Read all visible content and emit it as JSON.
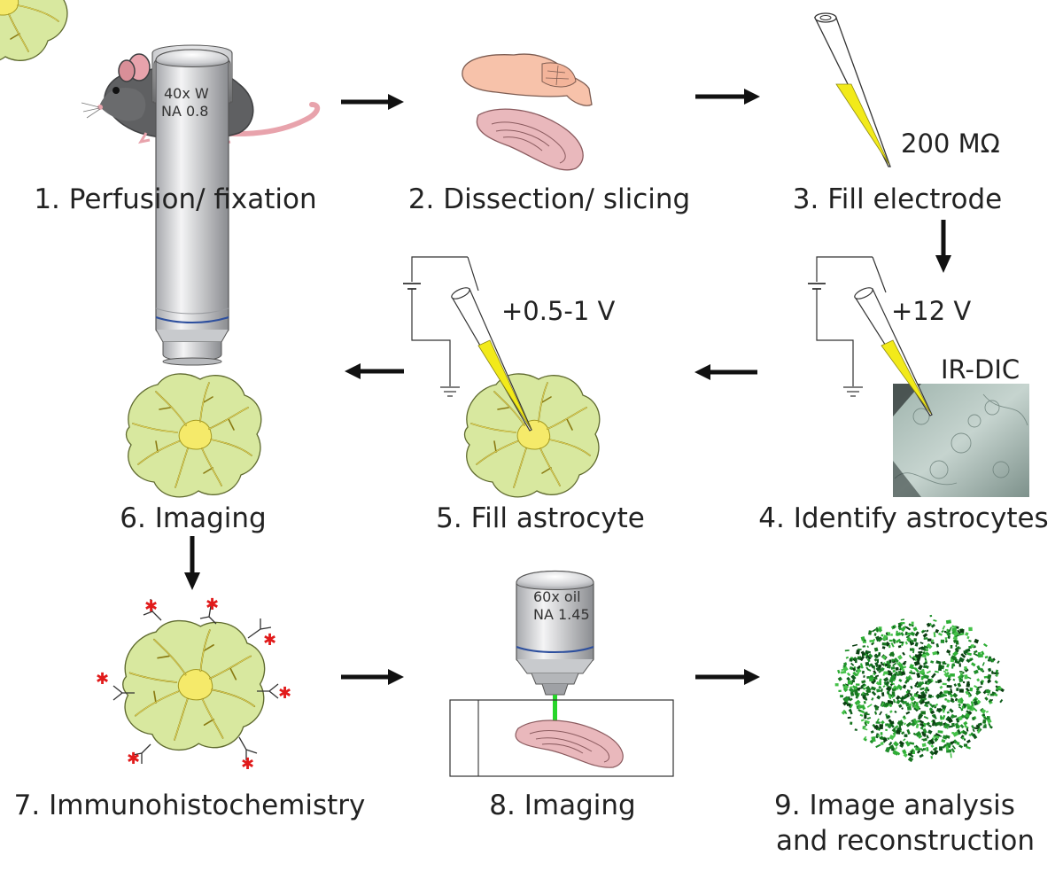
{
  "steps": [
    {
      "label": "1. Perfusion/ fixation"
    },
    {
      "label": "2. Dissection/ slicing"
    },
    {
      "label": "3. Fill electrode"
    },
    {
      "label": "4. Identify astrocytes"
    },
    {
      "label": "5. Fill astrocyte"
    },
    {
      "label": "6. Imaging"
    },
    {
      "label": "7. Immunohistochemistry"
    },
    {
      "label": "8. Imaging"
    },
    {
      "label": "9. Image analysis",
      "label2": "and reconstruction"
    }
  ],
  "annotations": {
    "electrode_resistance": "200 MΩ",
    "fill_voltage_high": "+12 V",
    "fill_voltage_low": "+0.5-1 V",
    "irdic": "IR-DIC"
  },
  "objectives": {
    "water": {
      "line1": "40x W",
      "line2": "NA 0.8"
    },
    "oil": {
      "line1": "60x oil",
      "line2": "NA 1.45"
    }
  },
  "colors": {
    "mouse": "#5f6062",
    "mouse_pink": "#e8a3ac",
    "brain": "#f7c2aa",
    "slice": "#e9b8bc",
    "astrocyte_fill": "#d8e89f",
    "astrocyte_core": "#f5ea6a",
    "electrode": "#f2ea1a",
    "laser": "#27d52a",
    "reconstruction": "#1f8d2b",
    "star": "#e11b1b",
    "arrow": "#111111"
  }
}
